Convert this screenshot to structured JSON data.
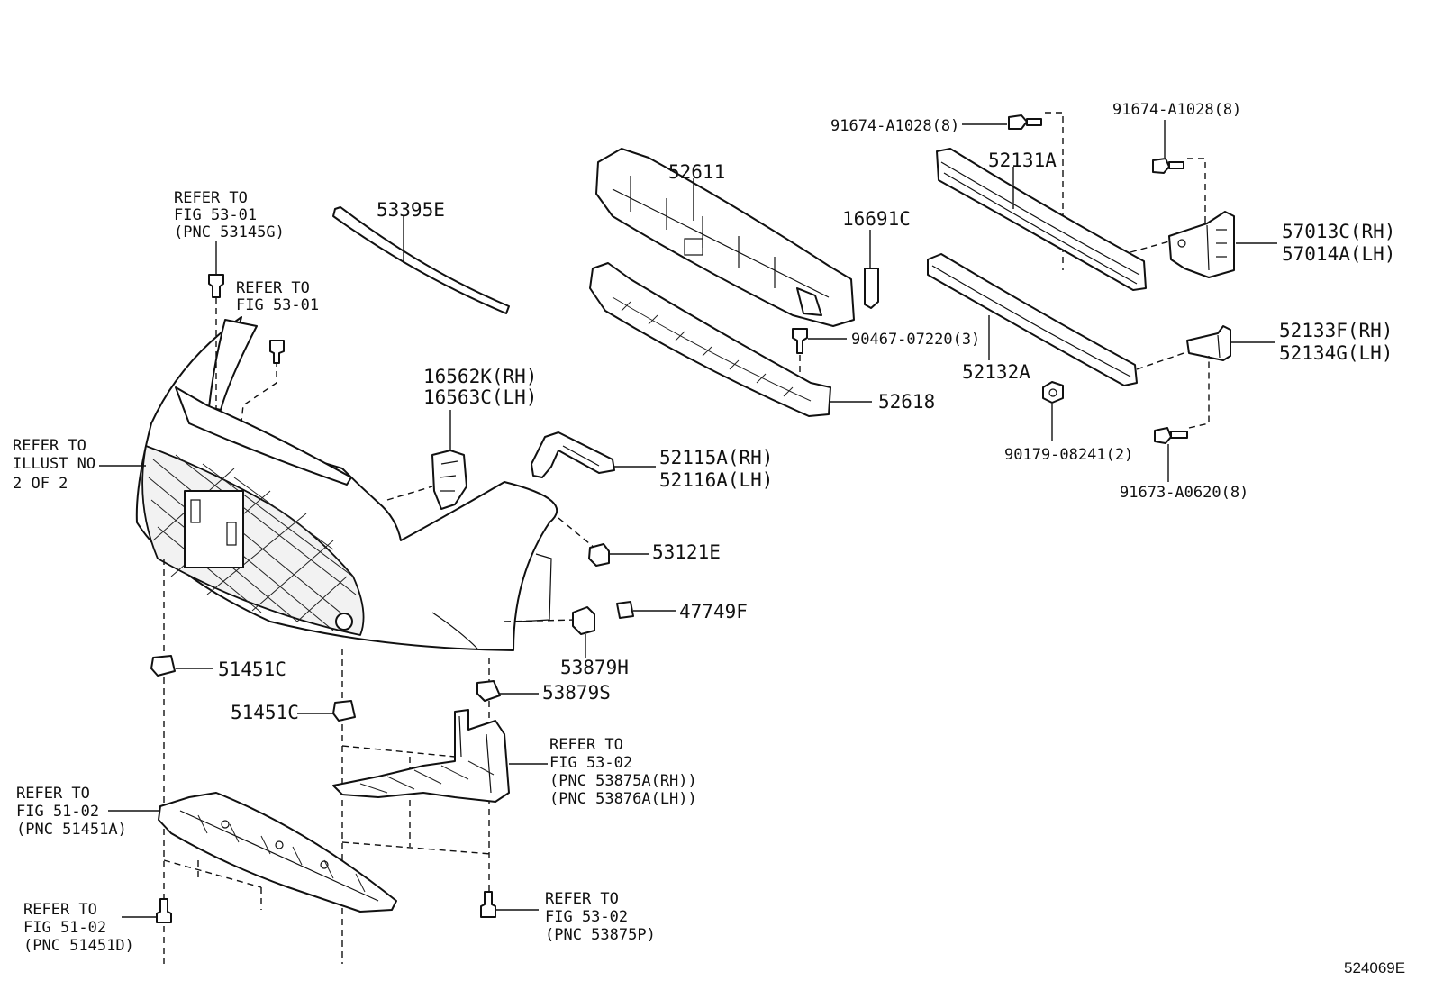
{
  "diagram_id": "524069E",
  "labels": {
    "p53395E": "53395E",
    "p52611": "52611",
    "p16691C": "16691C",
    "p91674_top": "91674-A1028(8)",
    "p91674_right": "91674-A1028(8)",
    "p52131A": "52131A",
    "p57013C": "57013C(RH)",
    "p57014A": "57014A(LH)",
    "p90467": "90467-07220(3)",
    "p52618": "52618",
    "p52132A": "52132A",
    "p52133F": "52133F(RH)",
    "p52134G": "52134G(LH)",
    "p90179": "90179-08241(2)",
    "p91673": "91673-A0620(8)",
    "p16562K": "16562K(RH)",
    "p16563C": "16563C(LH)",
    "p52115A": "52115A(RH)",
    "p52116A": "52116A(LH)",
    "p53121E": "53121E",
    "p47749F": "47749F",
    "p53879H": "53879H",
    "p53879S": "53879S",
    "p51451C_a": "51451C",
    "p51451C_b": "51451C"
  },
  "refers": {
    "r5301_top": [
      "REFER TO",
      "FIG 53-01",
      "(PNC 53145G)"
    ],
    "r5301_mid": [
      "REFER TO",
      "FIG 53-01"
    ],
    "rillust": [
      "REFER TO",
      "ILLUST NO",
      "2 OF 2"
    ],
    "r5302_right": [
      "REFER TO",
      "FIG 53-02",
      "(PNC 53875A(RH))",
      "(PNC 53876A(LH))"
    ],
    "r5102_a": [
      "REFER TO",
      "FIG 51-02",
      "(PNC 51451A)"
    ],
    "r5102_b": [
      "REFER TO",
      "FIG 51-02",
      "(PNC 51451D)"
    ],
    "r5302_bottom": [
      "REFER TO",
      "FIG 53-02",
      "(PNC 53875P)"
    ]
  }
}
